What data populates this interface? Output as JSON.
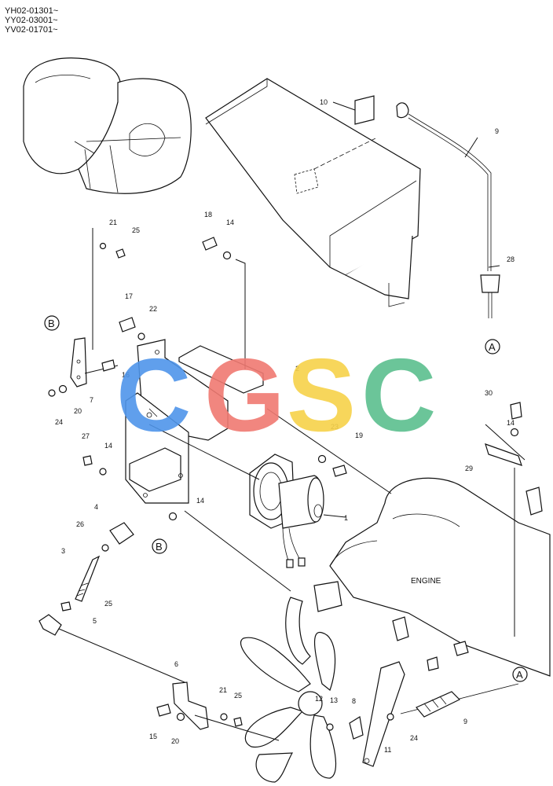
{
  "serials": [
    "YH02-01301~",
    "YY02-03001~",
    "YV02-01701~"
  ],
  "watermark": {
    "letters": [
      "C",
      "G",
      "S",
      "C"
    ],
    "colors": [
      "#4f95ea",
      "#f07a72",
      "#f7d24a",
      "#5cbf8e"
    ]
  },
  "engine_label": "ENGINE",
  "ref_markers": [
    "B",
    "A",
    "B",
    "A"
  ],
  "parts": [
    {
      "n": "1"
    },
    {
      "n": "2"
    },
    {
      "n": "3"
    },
    {
      "n": "4"
    },
    {
      "n": "5"
    },
    {
      "n": "6"
    },
    {
      "n": "7"
    },
    {
      "n": "8"
    },
    {
      "n": "9"
    },
    {
      "n": "9"
    },
    {
      "n": "10"
    },
    {
      "n": "11"
    },
    {
      "n": "12"
    },
    {
      "n": "13"
    },
    {
      "n": "14"
    },
    {
      "n": "14"
    },
    {
      "n": "14"
    },
    {
      "n": "14"
    },
    {
      "n": "15"
    },
    {
      "n": "16"
    },
    {
      "n": "17"
    },
    {
      "n": "18"
    },
    {
      "n": "19"
    },
    {
      "n": "20"
    },
    {
      "n": "20"
    },
    {
      "n": "21"
    },
    {
      "n": "21"
    },
    {
      "n": "22"
    },
    {
      "n": "23"
    },
    {
      "n": "24"
    },
    {
      "n": "24"
    },
    {
      "n": "25"
    },
    {
      "n": "25"
    },
    {
      "n": "25"
    },
    {
      "n": "26"
    },
    {
      "n": "27"
    },
    {
      "n": "28"
    },
    {
      "n": "29"
    },
    {
      "n": "30"
    }
  ]
}
